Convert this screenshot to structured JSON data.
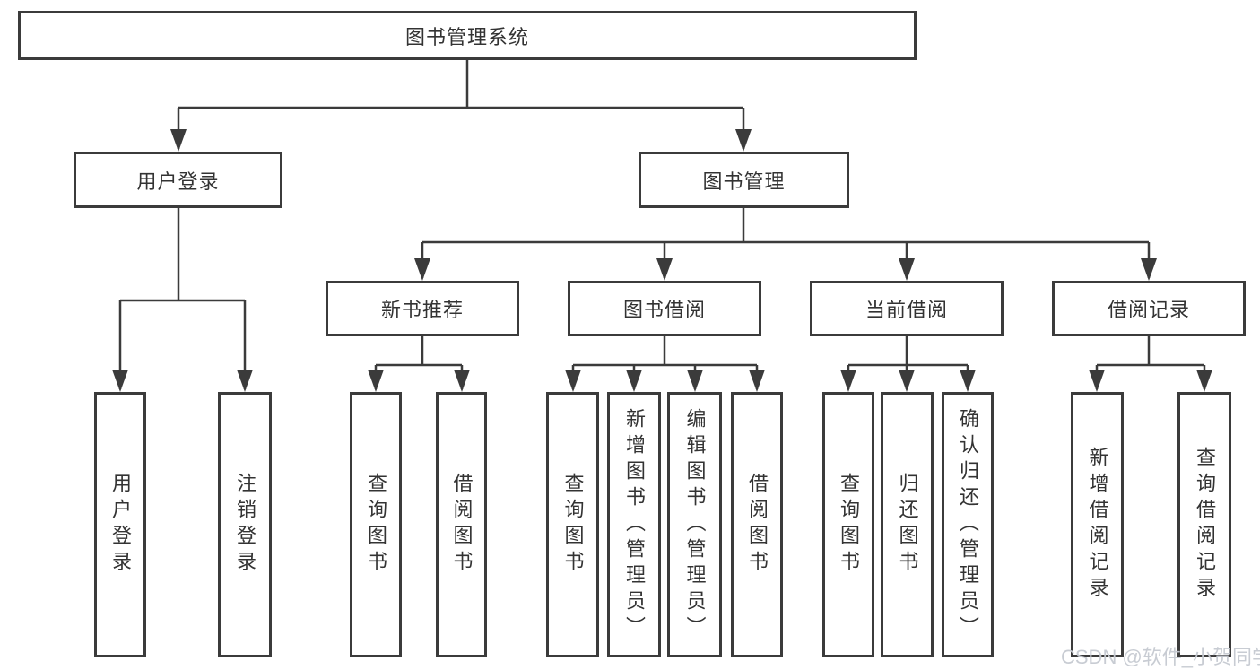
{
  "diagram": {
    "type": "tree",
    "tree": {
      "root": {
        "label": "图书管理系统"
      },
      "branches": [
        {
          "label": "用户登录",
          "children": [
            {
              "label": "用户登录"
            },
            {
              "label": "注销登录"
            }
          ]
        },
        {
          "label": "图书管理",
          "children": [
            {
              "label": "新书推荐",
              "children": [
                {
                  "label": "查询图书"
                },
                {
                  "label": "借阅图书"
                }
              ]
            },
            {
              "label": "图书借阅",
              "children": [
                {
                  "label": "查询图书"
                },
                {
                  "label": "新增图书（管理员）"
                },
                {
                  "label": "编辑图书（管理员）"
                },
                {
                  "label": "借阅图书"
                }
              ]
            },
            {
              "label": "当前借阅",
              "children": [
                {
                  "label": "查询图书"
                },
                {
                  "label": "归还图书"
                },
                {
                  "label": "确认归还（管理员）"
                }
              ]
            },
            {
              "label": "借阅记录",
              "children": [
                {
                  "label": "新增借阅记录"
                },
                {
                  "label": "查询借阅记录"
                }
              ]
            }
          ]
        }
      ]
    },
    "colors": {
      "line": "#3b3b3b",
      "text": "#333333",
      "background": "#ffffff",
      "watermark_text": "#c6cad1"
    },
    "watermark": "CSDN @软件_小贺同学"
  }
}
